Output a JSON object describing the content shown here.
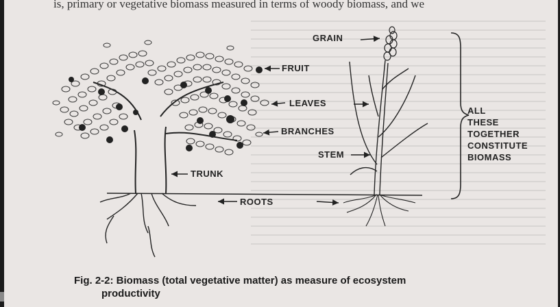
{
  "header_text": "is, primary or vegetative biomass measured in terms of woody biomass, and we",
  "labels": {
    "grain": "GRAIN",
    "fruit": "FRUIT",
    "leaves": "LEAVES",
    "branches": "BRANCHES",
    "stem": "STEM",
    "trunk": "TRUNK",
    "roots": "ROOTS"
  },
  "brace_note": [
    "ALL",
    "THESE",
    "TOGETHER",
    "CONSTITUTE",
    "BIOMASS"
  ],
  "caption": {
    "line1": "Fig. 2-2: Biomass (total vegetative matter) as measure of ecosystem",
    "line2": "productivity"
  }
}
